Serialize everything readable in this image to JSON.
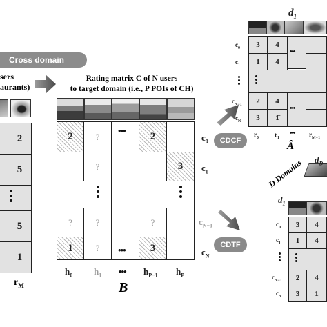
{
  "cross_domain": "Cross domain",
  "left_matrix": {
    "title_partial_1": "sers",
    "title_partial_2": "aurants)",
    "values": [
      "2",
      "5",
      "5",
      "1"
    ],
    "footer": "r",
    "footer_sub": "M"
  },
  "center_matrix": {
    "title_line1": "Rating matrix C of N users",
    "title_line2": "to target domain (i.e., P POIs of CH)",
    "label": "B",
    "cells": {
      "r0c0": "2",
      "r0c1": "?",
      "r0c4": "2",
      "r1c1": "?",
      "r1c5": "3",
      "r3c0": "?",
      "r3c1": "?",
      "r3c4": "?",
      "r4c0": "1",
      "r4c1": "?",
      "r4c4": "3"
    },
    "row_labels": [
      {
        "base": "c",
        "sub": "0"
      },
      {
        "base": "c",
        "sub": "1"
      },
      {
        "base": "c",
        "sub": "N−1"
      },
      {
        "base": "c",
        "sub": "N"
      }
    ],
    "col_labels": [
      {
        "base": "h",
        "sub": "0"
      },
      {
        "base": "h",
        "sub": "1"
      },
      {
        "base": "h",
        "sub": "P−1"
      },
      {
        "base": "h",
        "sub": "P"
      }
    ],
    "ellipsis": "•••"
  },
  "cdcf": {
    "button": "CDCF",
    "domain_label": "d",
    "domain_sub": "1",
    "matrix_label": "Â",
    "rows": [
      [
        "3",
        "4"
      ],
      [
        "1",
        "4"
      ],
      [
        "2",
        "4"
      ],
      [
        "3",
        "1̂"
      ]
    ],
    "row_labels": [
      {
        "base": "c",
        "sub": "0"
      },
      {
        "base": "c",
        "sub": "1"
      },
      {
        "base": "c",
        "sub": "N−1"
      },
      {
        "base": "c",
        "sub": "N"
      }
    ],
    "col_labels": [
      {
        "base": "r",
        "sub": "0"
      },
      {
        "base": "r",
        "sub": "1"
      },
      {
        "base": "r",
        "sub": "M−1"
      }
    ]
  },
  "cdtf": {
    "button": "CDTF",
    "domains_label": "D Domains",
    "d_first": "d",
    "d_first_sub": "1",
    "d_last": "d",
    "d_last_sub": "D",
    "rows": [
      [
        "3",
        "4"
      ],
      [
        "1",
        "4"
      ],
      [
        "2",
        "4"
      ],
      [
        "3",
        "1"
      ]
    ],
    "row_labels": [
      {
        "base": "c",
        "sub": "0"
      },
      {
        "base": "c",
        "sub": "1"
      },
      {
        "base": "c",
        "sub": "N−1"
      },
      {
        "base": "c",
        "sub": "N"
      }
    ]
  },
  "colors": {
    "pill": "#8c8c8c",
    "gray_cell": "#e2e2e2",
    "arrow": "#6e6e6e"
  }
}
